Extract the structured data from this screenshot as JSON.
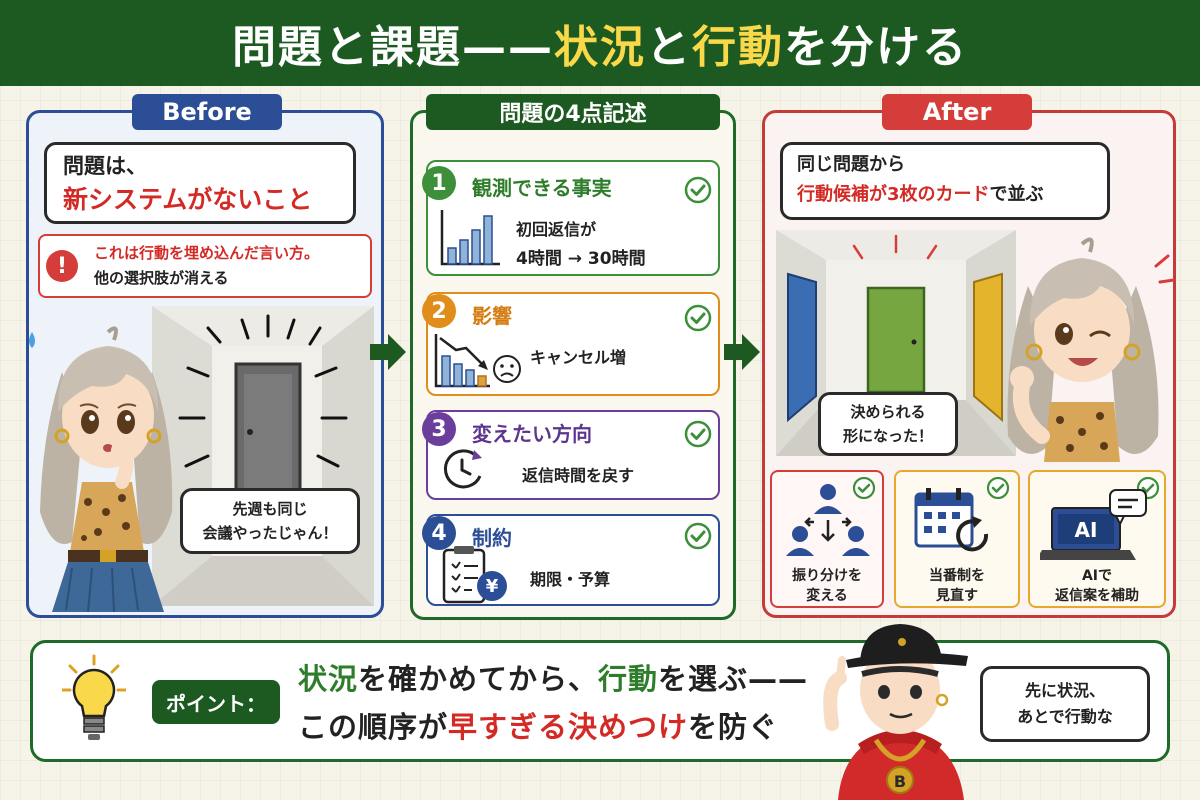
{
  "header": {
    "title_part1": "問題と課題——",
    "title_part2": "状況",
    "title_part3": "と",
    "title_part4": "行動",
    "title_part5": "を分ける"
  },
  "before": {
    "tag": "Before",
    "problem_line1": "問題は、",
    "problem_line2": "新システムがないこと",
    "warning_line1": "これは行動を埋め込んだ言い方。",
    "warning_line2": "他の選択肢が消える",
    "warning_icon": "!",
    "speech_line1": "先週も同じ",
    "speech_line2": "会議やったじゃん！"
  },
  "middle": {
    "tag": "問題の4点記述",
    "cards": [
      {
        "num": "1",
        "title": "観測できる事実",
        "body_line1": "初回返信が",
        "body_line2": "4時間 → 30時間",
        "icon": "bar-chart-icon"
      },
      {
        "num": "2",
        "title": "影響",
        "body_line1": "キャンセル増",
        "icon": "declining-chart-icon"
      },
      {
        "num": "3",
        "title": "変えたい方向",
        "body_line1": "返信時間を戻す",
        "icon": "clock-icon"
      },
      {
        "num": "4",
        "title": "制約",
        "body_line1": "期限・予算",
        "icon": "clipboard-yen-icon"
      }
    ]
  },
  "after": {
    "tag": "After",
    "bubble_line1": "同じ問題から",
    "bubble_line2_red": "行動候補が3枚のカード",
    "bubble_line2_black": "で並ぶ",
    "speech_line1": "決められる",
    "speech_line2": "形になった！",
    "options": [
      {
        "line1": "振り分けを",
        "line2": "変える",
        "icon": "people-flow-icon"
      },
      {
        "line1": "当番制を",
        "line2": "見直す",
        "icon": "calendar-refresh-icon"
      },
      {
        "line1": "AIで",
        "line2": "返信案を補助",
        "icon": "ai-laptop-icon",
        "screen_text": "AI"
      }
    ]
  },
  "bottom": {
    "tag": "ポイント：",
    "line1": [
      {
        "text": "状況",
        "tone": "g"
      },
      {
        "text": "を確かめてから、",
        "tone": "k"
      },
      {
        "text": "行動",
        "tone": "g"
      },
      {
        "text": "を選ぶ——",
        "tone": "k"
      }
    ],
    "line2": [
      {
        "text": "この順序が",
        "tone": "k"
      },
      {
        "text": "早すぎる決めつけ",
        "tone": "r"
      },
      {
        "text": "を防ぐ",
        "tone": "k"
      }
    ],
    "speech_line1": "先に状況、",
    "speech_line2": "あとで行動な",
    "chain_letter": "B"
  },
  "colors": {
    "header_green": "#1d5a22",
    "accent_yellow": "#f9d849",
    "before_blue": "#2b4e96",
    "after_red": "#d53d3a",
    "check_green": "#3d8f3a"
  }
}
